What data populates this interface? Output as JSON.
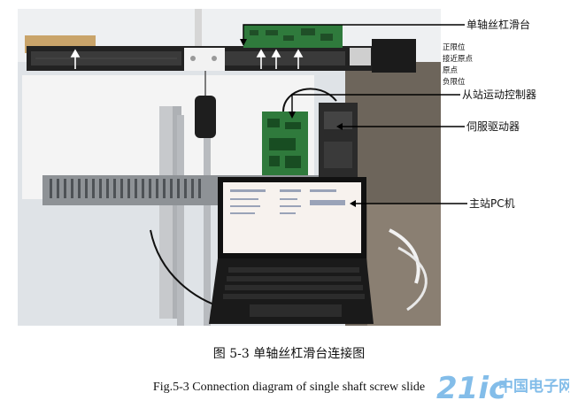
{
  "callouts": {
    "slide_table": "单轴丝杠滑台",
    "positive_limit": "正限位",
    "near_origin": "接近原点",
    "origin": "原点",
    "negative_limit": "负限位",
    "slave_controller": "从站运动控制器",
    "servo_driver": "伺服驱动器",
    "master_pc": "主站PC机"
  },
  "caption": {
    "chinese": "图 5-3  单轴丝杠滑台连接图",
    "english": "Fig.5-3 Connection diagram of single shaft screw slide"
  },
  "watermark": {
    "text": "21ic中国电子网",
    "color": "#1e88d8"
  },
  "colors": {
    "pcb_green": "#2f7a3c",
    "rail_dark": "#222222",
    "arrow_white": "#ffffff",
    "leader_black": "#000000"
  }
}
